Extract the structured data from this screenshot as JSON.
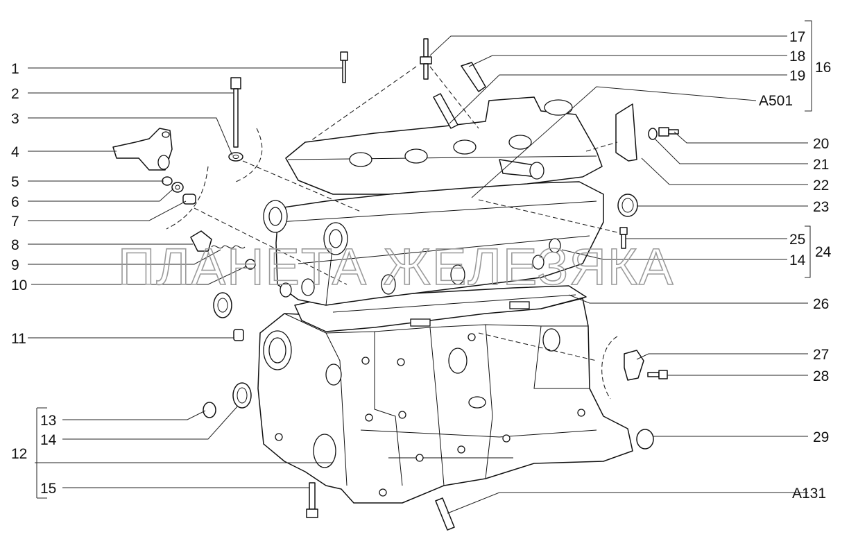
{
  "watermark": "ПЛАНЕТА ЖЕЛЕЗЯКА",
  "labels": {
    "l1": "1",
    "l2": "2",
    "l3": "3",
    "l4": "4",
    "l5": "5",
    "l6": "6",
    "l7": "7",
    "l8": "8",
    "l9": "9",
    "l10": "10",
    "l11": "11",
    "l12": "12",
    "l13": "13",
    "l14a": "14",
    "l15": "15",
    "l16": "16",
    "l17": "17",
    "l18": "18",
    "l19": "19",
    "a501": "A501",
    "l20": "20",
    "l21": "21",
    "l22": "22",
    "l23": "23",
    "l24": "24",
    "l25": "25",
    "l14b": "14",
    "l26": "26",
    "l27": "27",
    "l28": "28",
    "l29": "29",
    "a131": "A131"
  }
}
